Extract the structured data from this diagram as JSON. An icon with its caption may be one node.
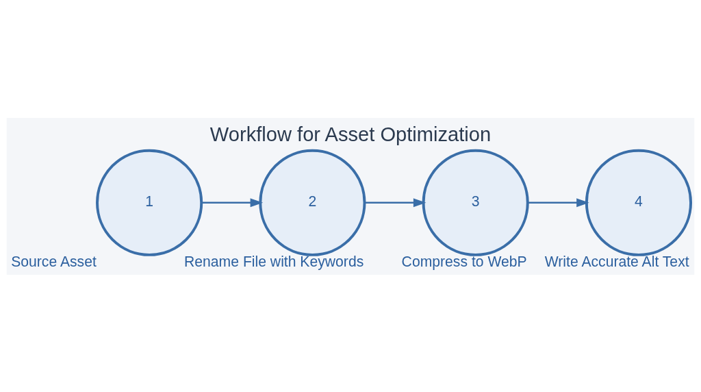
{
  "diagram": {
    "title": "Workflow for Asset Optimization",
    "nodes": [
      {
        "text": [
          "1"
        ],
        "beside": [
          "Source Asset"
        ]
      },
      {
        "text": [
          "2"
        ],
        "beside": [
          "Rename File with Keywords"
        ]
      },
      {
        "text": [
          "3"
        ],
        "beside": [
          "Compress to WebP"
        ]
      },
      {
        "text": [
          "4"
        ],
        "beside": [
          "Write Accurate Alt Text"
        ]
      }
    ],
    "edges": [
      {
        "from": 0,
        "to": 1,
        "arrow": "to"
      },
      {
        "from": 1,
        "to": 2,
        "arrow": "to"
      },
      {
        "from": 2,
        "to": 3,
        "arrow": "to"
      }
    ]
  }
}
